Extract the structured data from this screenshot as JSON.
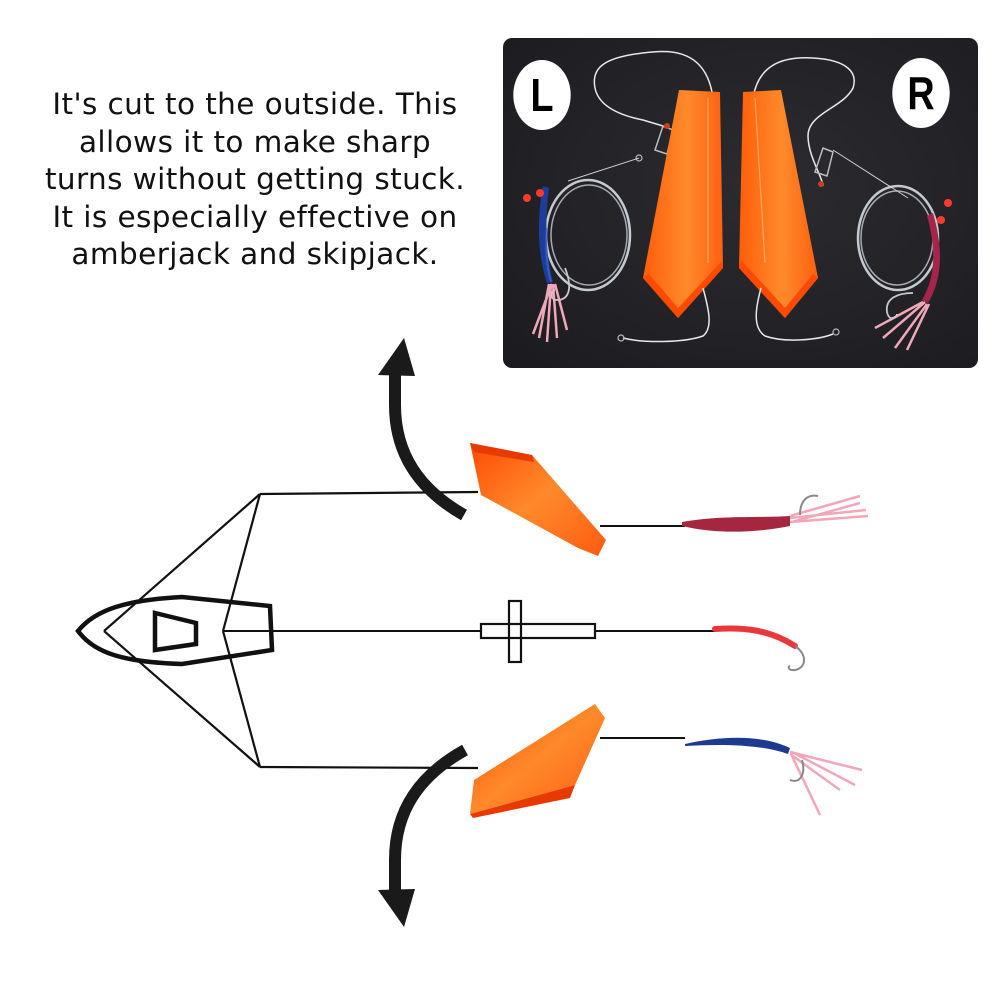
{
  "caption": {
    "lines": [
      "It's cut to the outside. This",
      "allows it to make sharp",
      "turns without getting stuck.",
      "It is especially effective on",
      "amberjack and skipjack."
    ]
  },
  "photo": {
    "left_label": "L",
    "right_label": "R",
    "background_color": "#242428",
    "planer_color": "#ff6a10",
    "lures": [
      {
        "side": "left",
        "color": "blue",
        "hex": "#1e3c9a",
        "skirt": "pink"
      },
      {
        "side": "right",
        "color": "magenta-red",
        "hex": "#a8284a",
        "skirt": "pink"
      }
    ]
  },
  "diagram": {
    "boat": "top-down boat outline with bridle lines",
    "arrows": [
      {
        "position": "upper",
        "direction": "up-left",
        "meaning": "planer veers outward (left)"
      },
      {
        "position": "lower",
        "direction": "down-left",
        "meaning": "planer veers outward (right)"
      }
    ],
    "center_line": {
      "float": "cross-shaped marker",
      "lure_color": "#e8383a"
    },
    "upper_line": {
      "planer_color": "#ff5a0a",
      "lure_color": "#a5263f"
    },
    "lower_line": {
      "planer_color": "#ff5a0a",
      "lure_color": "#1e3a8f"
    },
    "line_color": "#111111"
  }
}
